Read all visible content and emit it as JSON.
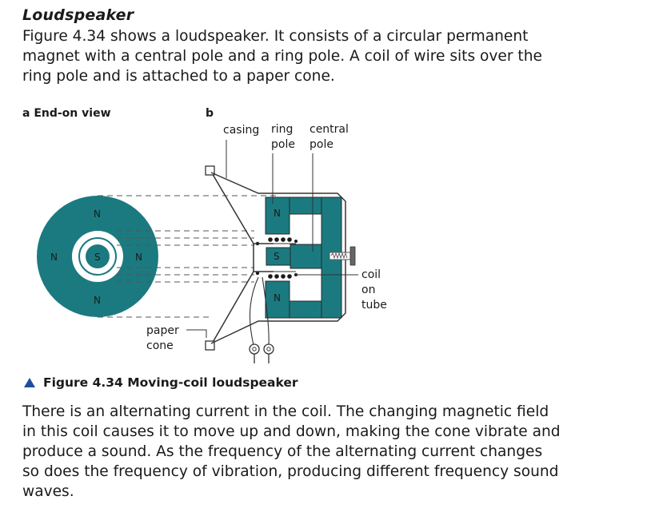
{
  "section": {
    "heading": "Loudspeaker",
    "intro": "Figure 4.34 shows a loudspeaker. It consists of a circular permanent\nmagnet with a central pole and a ring pole. A coil of wire sits over the\nring pole and is attached to a paper cone."
  },
  "figure": {
    "panel_a_label": "a End-on view",
    "panel_b_label": "b",
    "labels": {
      "casing": "casing",
      "ring_pole_1": "ring",
      "ring_pole_2": "pole",
      "central_pole_1": "central",
      "central_pole_2": "pole",
      "coil_1": "coil",
      "coil_2": "on",
      "coil_3": "tube",
      "paper_1": "paper",
      "paper_2": "cone"
    },
    "poles_a": {
      "top": "N",
      "left": "N",
      "center": "S",
      "right": "N",
      "bottom": "N"
    },
    "poles_b": {
      "top": "N",
      "middle": "S",
      "bottom": "N"
    },
    "colors": {
      "magnet": "#1b7a80",
      "outline": "#333333"
    },
    "caption": "Figure 4.34 Moving-coil loudspeaker"
  },
  "body": {
    "text": "There is an alternating current in the coil. The changing magnetic field\nin this coil causes it to move up and down, making the cone vibrate and\nproduce a sound. As the frequency of the alternating current changes\nso does the frequency of vibration, producing different frequency sound\nwaves."
  }
}
